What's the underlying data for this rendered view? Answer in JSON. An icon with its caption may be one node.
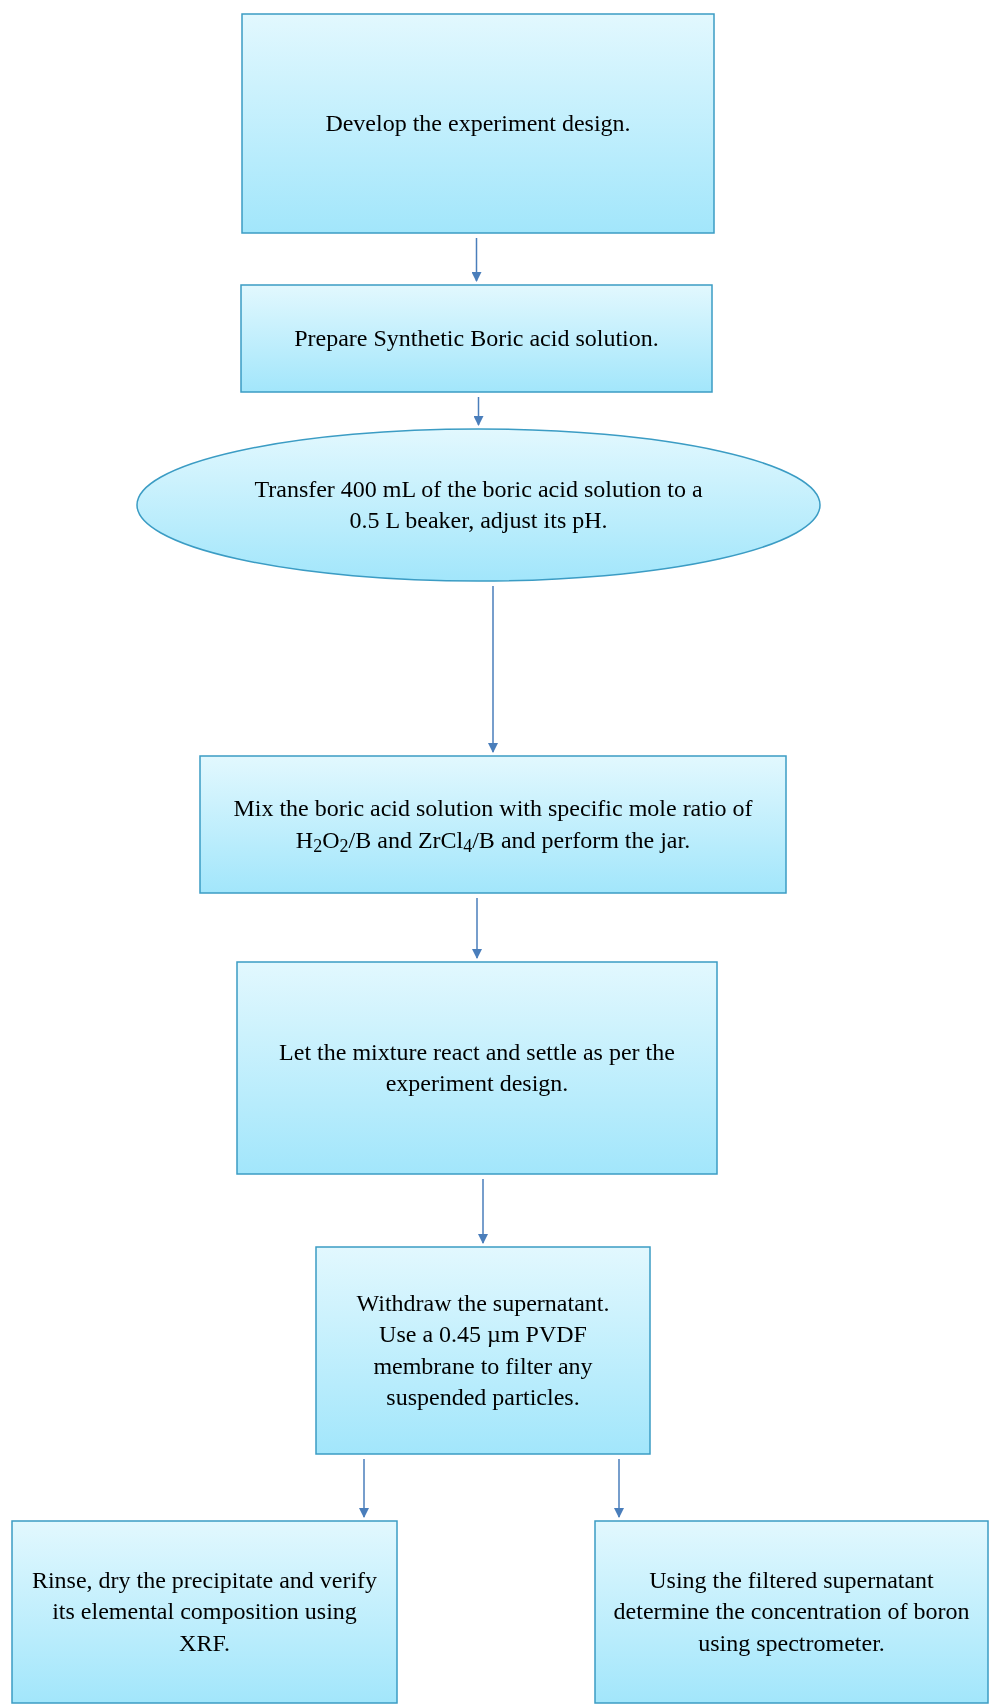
{
  "diagram": {
    "nodes": [
      {
        "text": [
          "Develop the experiment design."
        ]
      },
      {
        "text": [
          "Prepare Synthetic Boric acid solution."
        ]
      },
      {
        "text": [
          "Transfer 400 mL of the boric acid solution to a 0.5 L beaker, adjust its pH."
        ]
      },
      {
        "text": [
          "Mix the boric acid solution with specific mole ratio of H$_{2}$O$_{2}$/B and ZrCl$_{4}$/B and perform the jar."
        ]
      },
      {
        "text": [
          "Let the mixture react and settle as per the experiment design."
        ]
      },
      {
        "text": [
          "Withdraw the supernatant. Use a 0.45 µm PVDF membrane to filter any suspended particles."
        ]
      },
      {
        "text": [
          "Rinse, dry the precipitate and verify its elemental composition using XRF."
        ]
      },
      {
        "text": [
          "Using the filtered supernatant determine the concentration of boron using spectrometer."
        ]
      }
    ],
    "edges": [
      {
        "from": 0,
        "to": 1,
        "arrow": "to"
      },
      {
        "from": 1,
        "to": 2,
        "arrow": "to"
      },
      {
        "from": 2,
        "to": 3,
        "arrow": "to"
      },
      {
        "from": 3,
        "to": 4,
        "arrow": "to"
      },
      {
        "from": 4,
        "to": 5,
        "arrow": "to"
      },
      {
        "from": 5,
        "to": 6,
        "arrow": "to"
      },
      {
        "from": 5,
        "to": 7,
        "arrow": "to"
      }
    ]
  }
}
